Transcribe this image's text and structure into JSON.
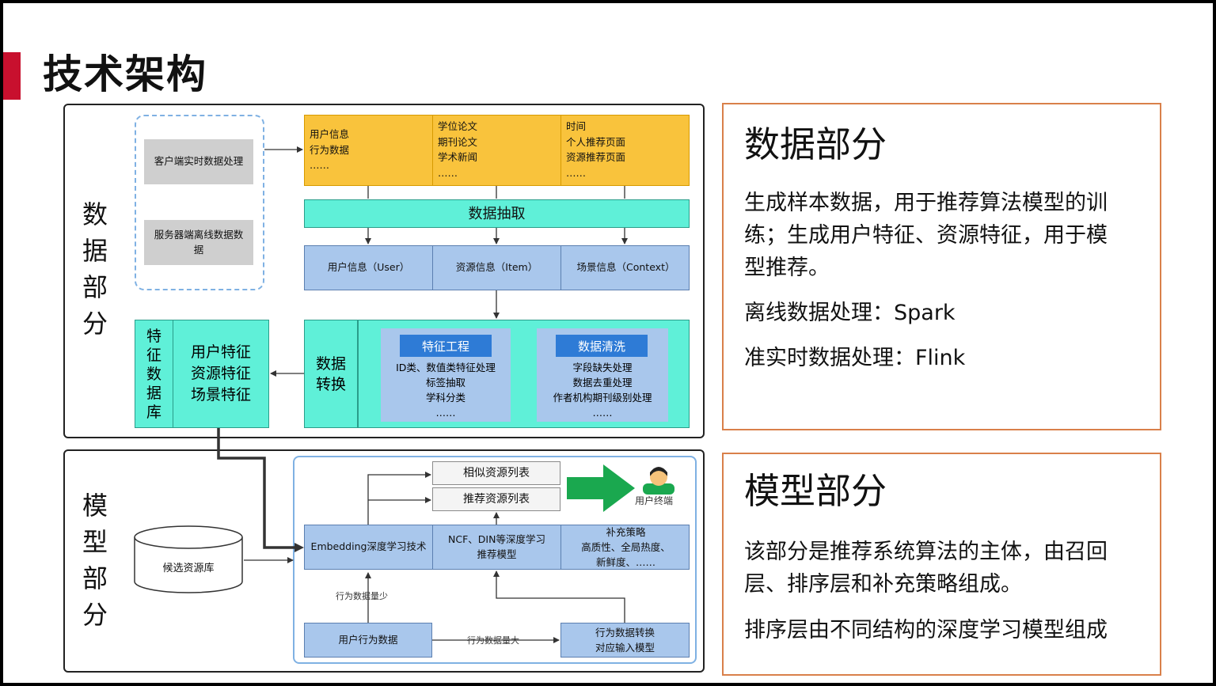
{
  "title": "技术架构",
  "data_section": {
    "label": [
      "数",
      "据",
      "部",
      "分"
    ],
    "client_box": "客户端实时数据处理",
    "server_box": "服务器端离线数据数据",
    "sources": [
      [
        "用户信息",
        "行为数据",
        "……"
      ],
      [
        "学位论文",
        "期刊论文",
        "学术新闻",
        "……"
      ],
      [
        "时间",
        "个人推荐页面",
        "资源推荐页面",
        "……"
      ]
    ],
    "extract": "数据抽取",
    "info_boxes": [
      "用户信息（User）",
      "资源信息（Item）",
      "场景信息（Context）"
    ],
    "feature_db_label": [
      "特",
      "征",
      "数",
      "据",
      "库"
    ],
    "features": [
      "用户特征",
      "资源特征",
      "场景特征"
    ],
    "transform_label": [
      "数据",
      "转换"
    ],
    "feature_eng": {
      "title": "特征工程",
      "lines": [
        "ID类、数值类特征处理",
        "标签抽取",
        "学科分类",
        "……"
      ]
    },
    "cleaning": {
      "title": "数据清洗",
      "lines": [
        "字段缺失处理",
        "数据去重处理",
        "作者机构期刊级别处理",
        "……"
      ]
    }
  },
  "model_section": {
    "label": [
      "模",
      "型",
      "部",
      "分"
    ],
    "candidate_db": "候选资源库",
    "similar_list": "相似资源列表",
    "recommend_list": "推荐资源列表",
    "user_terminal": "用户终端",
    "embedding": "Embedding深度学习技术",
    "ncf": [
      "NCF、DIN等深度学习",
      "推荐模型"
    ],
    "supplement": [
      "补充策略",
      "高质性、全局热度、",
      "新鲜度、……"
    ],
    "behavior_small": "行为数据量少",
    "behavior_large": "行为数据量大",
    "user_behavior": "用户行为数据",
    "behavior_convert": [
      "行为数据转换",
      "对应输入模型"
    ]
  },
  "panel_data": {
    "title": "数据部分",
    "lines": [
      "生成样本数据，用于推荐算法模型的训",
      "练；生成用户特征、资源特征，用于模",
      "型推荐。"
    ],
    "offline": "离线数据处理：Spark",
    "realtime": "准实时数据处理：Flink"
  },
  "panel_model": {
    "title": "模型部分",
    "lines": [
      "该部分是推荐系统算法的主体，由召回",
      "层、排序层和补充策略组成。"
    ],
    "ranking": "排序层由不同结构的深度学习模型组成"
  },
  "colors": {
    "accent": "#c8102e",
    "panel_border": "#d9804a",
    "teal": "#5ff0d8",
    "yellow": "#f9c33c",
    "blue": "#a9c7ec",
    "tag": "#2e7bd6",
    "arrow_green": "#1aa84f"
  }
}
